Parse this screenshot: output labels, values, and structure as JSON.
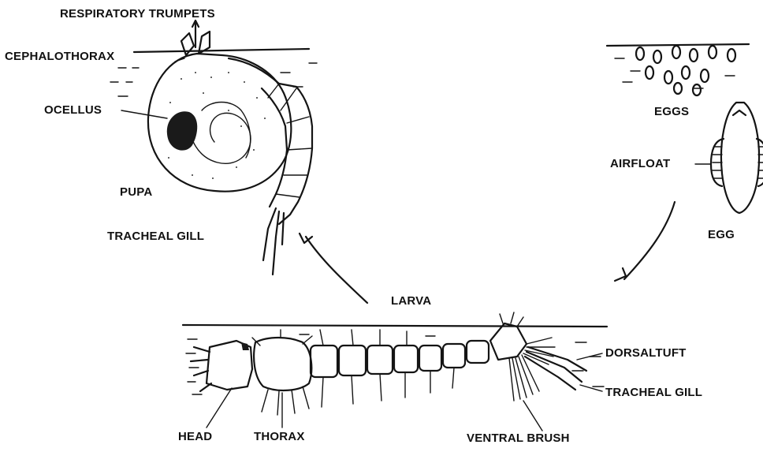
{
  "labels": {
    "respiratory_trumpets": "RESPIRATORY TRUMPETS",
    "cephalothorax": "CEPHALOTHORAX",
    "ocellus": "OCELLUS",
    "pupa": "PUPA",
    "tracheal_gill_pupa": "TRACHEAL GILL",
    "eggs": "EGGS",
    "airfloat": "AIRFLOAT",
    "egg": "EGG",
    "larva": "LARVA",
    "dorsal_tuft": "DORSALTUFT",
    "tracheal_gill_larva": "TRACHEAL GILL",
    "head": "HEAD",
    "thorax": "THORAX",
    "ventral_brush": "VENTRAL BRUSH"
  }
}
